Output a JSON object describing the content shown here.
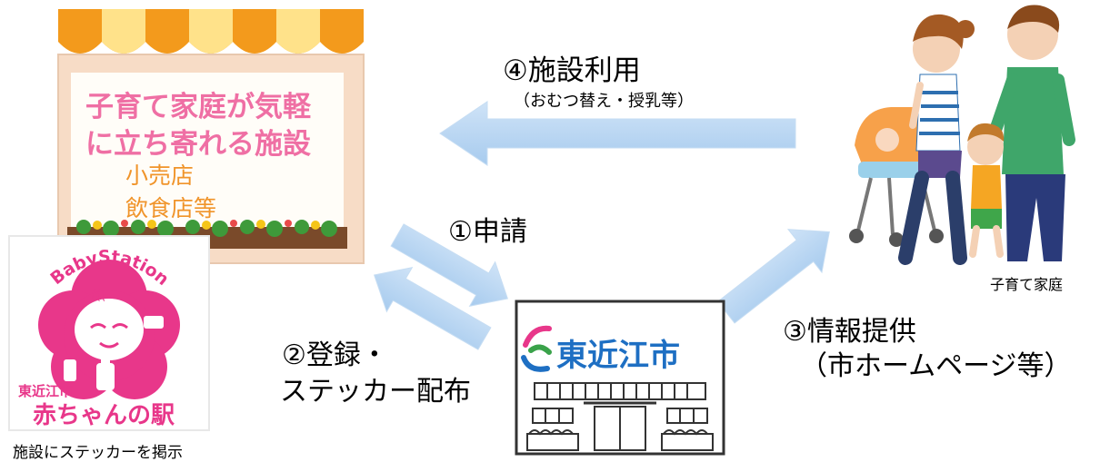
{
  "shop": {
    "line1": "子育て家庭が気軽",
    "line2": "に立ち寄れる施設",
    "line3": "小売店",
    "line4": "飲食店等"
  },
  "sticker": {
    "arc_text": "BabyStation",
    "city": "東近江市",
    "name": "赤ちゃんの駅",
    "caption": "施設にステッカーを掲示"
  },
  "city_hall": {
    "name": "東近江市"
  },
  "family": {
    "caption": "子育て家庭"
  },
  "steps": {
    "s1": "①申請",
    "s2a": "②登録・",
    "s2b": "ステッカー配布",
    "s3a": "③情報提供",
    "s3b": "（市ホームページ等）",
    "s4a": "④施設利用",
    "s4b": "（おむつ替え・授乳等）"
  },
  "colors": {
    "awning_orange": "#f39a1c",
    "awning_yellow": "#ffe28a",
    "shop_text_pink": "#ef6fa4",
    "shop_text_orange": "#f0942a",
    "sticker_pink": "#e8378a",
    "arrow_blue": "#b3d3f2",
    "city_blue": "#1e6fc3"
  }
}
